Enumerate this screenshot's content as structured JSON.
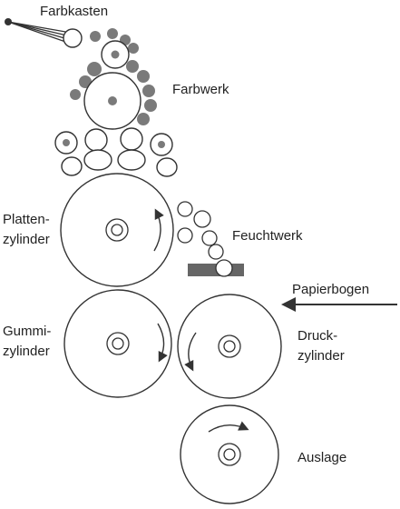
{
  "labels": {
    "farbkasten": "Farbkasten",
    "farbwerk": "Farbwerk",
    "platten_line1": "Platten-",
    "platten_line2": "zylinder",
    "feuchtwerk": "Feuchtwerk",
    "papierbogen": "Papierbogen",
    "gummi_line1": "Gummi-",
    "gummi_line2": "zylinder",
    "druck_line1": "Druck-",
    "druck_line2": "zylinder",
    "auslage": "Auslage"
  },
  "colors": {
    "stroke": "#333333",
    "ink_roller": "#7a7a7a",
    "plate": "#666666",
    "text": "#222222"
  }
}
